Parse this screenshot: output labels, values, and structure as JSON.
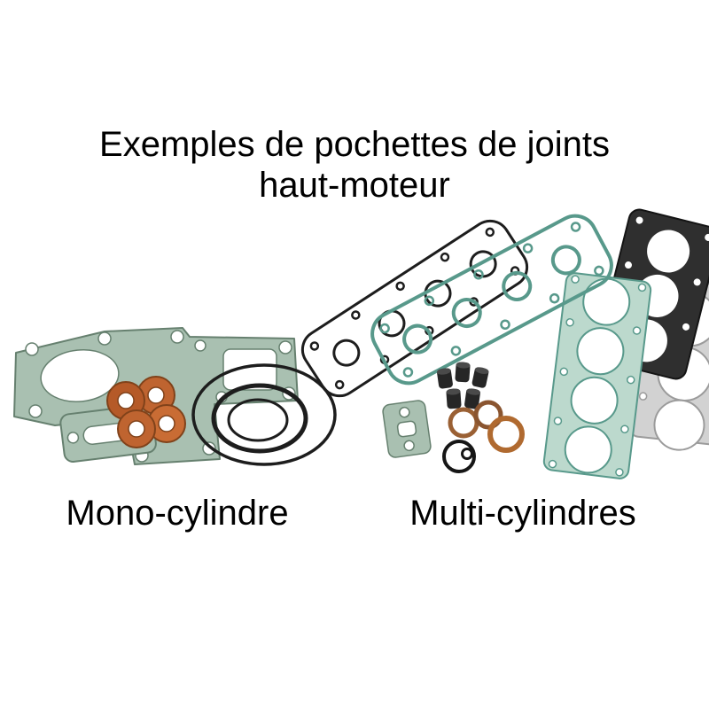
{
  "title": {
    "line1": "Exemples de pochettes de joints",
    "line2": "haut-moteur"
  },
  "labels": {
    "mono": "Mono-cylindre",
    "multi": "Multi-cylindres"
  },
  "illustration": {
    "mono_parts": [
      "cylinder-base-gasket",
      "small-manifold-gasket",
      "copper-washers",
      "rubber-o-rings"
    ],
    "multi_parts": [
      "valve-cover-gasket-black",
      "valve-cover-gasket-teal",
      "head-gasket-teal",
      "head-gasket-dark",
      "head-gasket-metal",
      "valve-stem-seals",
      "copper-sealing-rings",
      "small-green-gasket",
      "o-ring"
    ],
    "colors": {
      "background": "#ffffff",
      "text": "#000000",
      "gasket_green_fill": "#a9c0b1",
      "gasket_green_edge": "#66806f",
      "gasket_teal_line": "#58998b",
      "gasket_teal_fill": "#bcd9cd",
      "copper": "#bf6430",
      "rubber_black": "#1d1d1d",
      "metal_grey": "#d2d2d2",
      "dark_gasket": "#2f2f2f"
    }
  }
}
